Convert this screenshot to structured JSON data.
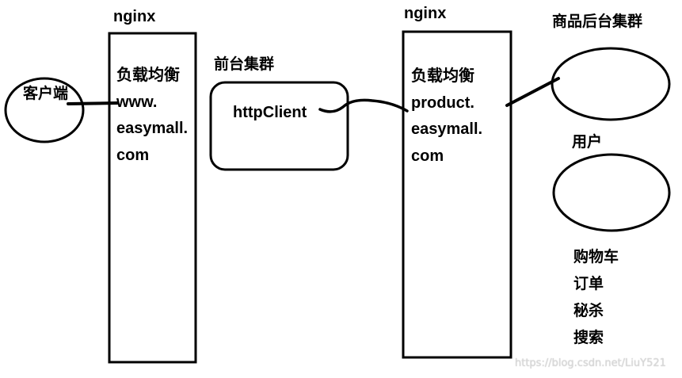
{
  "diagram": {
    "left_nginx": {
      "title": "nginx",
      "label_lines": [
        "负载均衡",
        "www.",
        "easymall.",
        "com"
      ]
    },
    "client": {
      "label": "客户端"
    },
    "frontend_cluster": {
      "title": "前台集群",
      "label": "httpClient"
    },
    "right_nginx": {
      "title": "nginx",
      "label_lines": [
        "负载均衡",
        "product.",
        "easymall.",
        "com"
      ]
    },
    "product_cluster": {
      "title": "商品后台集群"
    },
    "user": {
      "title": "用户"
    },
    "services": [
      "购物车",
      "订单",
      "秘杀",
      "搜索"
    ]
  },
  "watermark": "https://blog.csdn.net/LiuY521",
  "colors": {
    "stroke": "#000000",
    "background": "#ffffff",
    "watermark": "#d9d9d9"
  }
}
